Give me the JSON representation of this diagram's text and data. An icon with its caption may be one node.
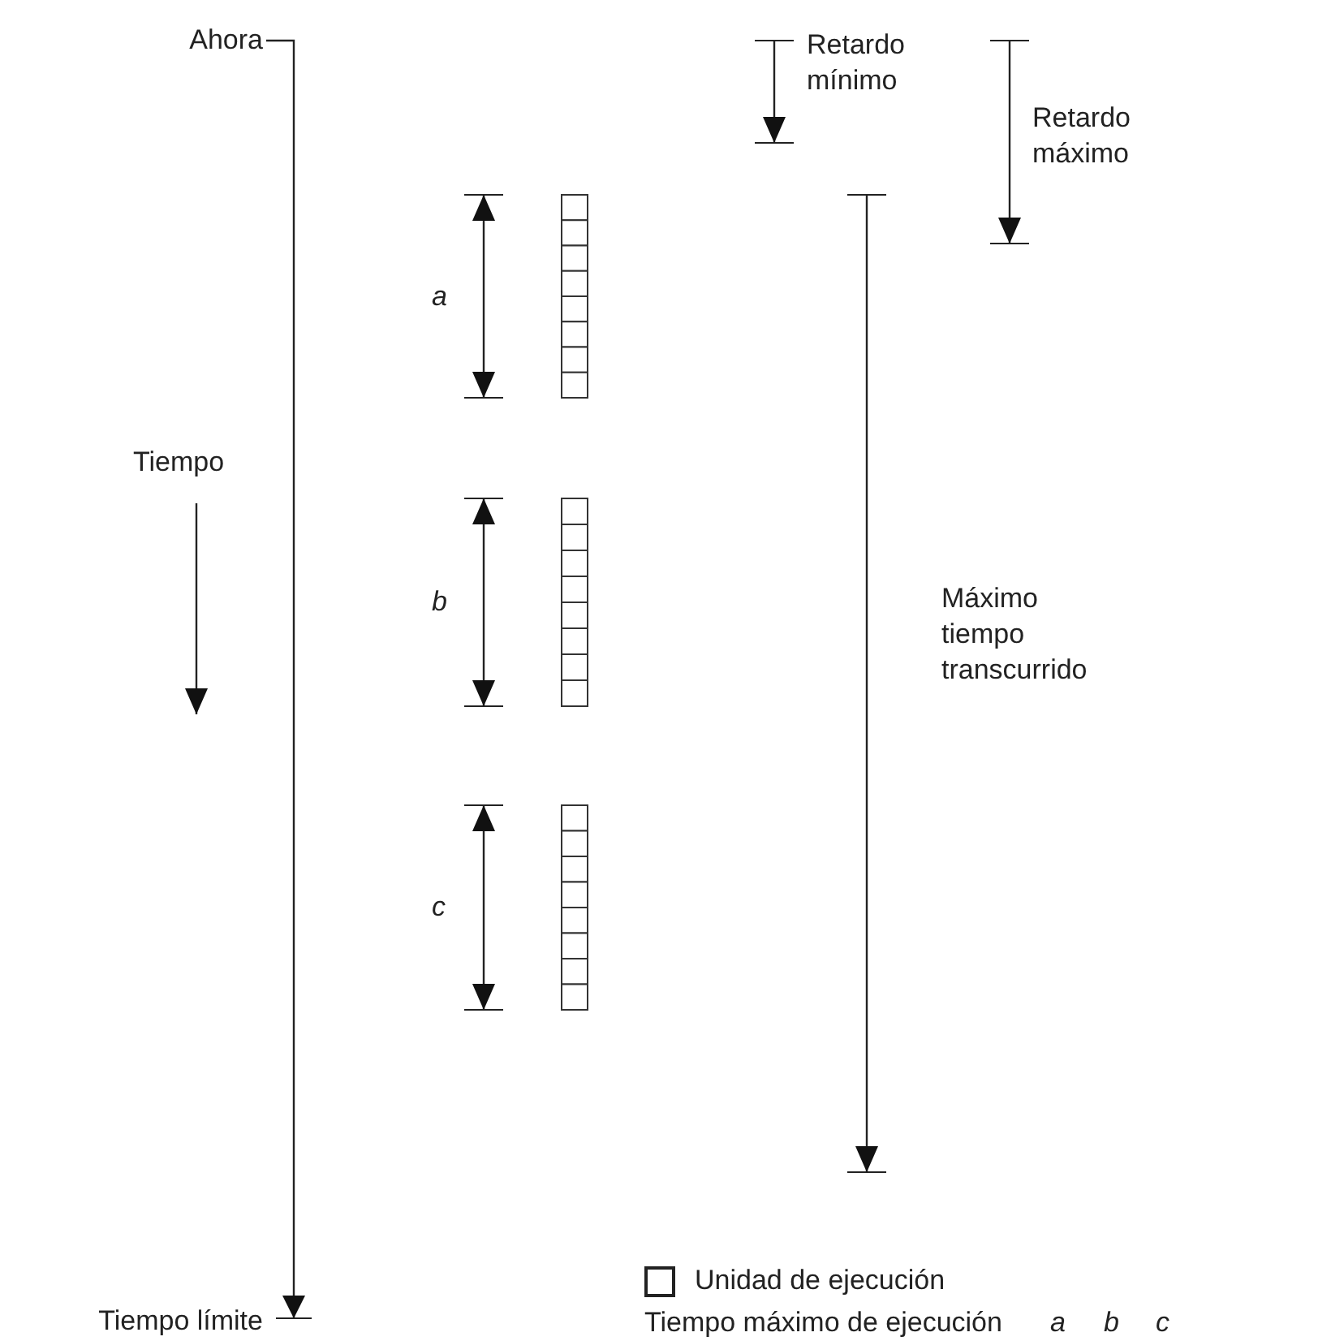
{
  "diagram": {
    "nodes": [
      {
        "text": [
          "Ahora"
        ]
      },
      {
        "text": [
          "Tiempo límite"
        ]
      }
    ],
    "edges": [
      {
        "from": 0,
        "to": 1,
        "arrow": "to"
      }
    ],
    "labels": [
      "Retardo mínimo",
      "Retardo máximo",
      "a",
      "Tiempo",
      "b",
      "Máximo tiempo transcurrido",
      "c",
      "Tiempo máximo de ejecución",
      "a",
      "b",
      "c"
    ],
    "legend": [
      {
        "text": "Unidad de ejecución"
      }
    ]
  }
}
